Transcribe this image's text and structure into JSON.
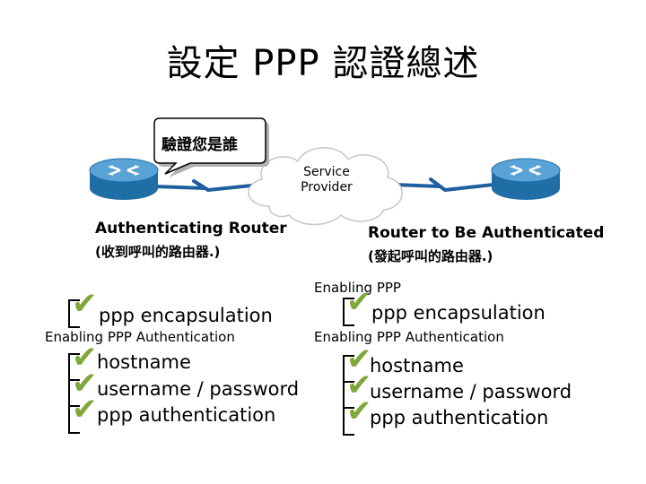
{
  "title": "設定 PPP 認證總述",
  "callout": "驗證您是誰",
  "cloud": {
    "line1": "Service",
    "line2": "Provider"
  },
  "left_router": {
    "name": "Authenticating Router",
    "note": "(收到呼叫的路由器.)"
  },
  "right_router": {
    "name": "Router to Be Authenticated",
    "note": "(發起呼叫的路由器.)"
  },
  "enabling_ppp": "Enabling PPP",
  "enabling_ppp_auth": "Enabling PPP Authentication",
  "left_config": {
    "encap": "ppp encapsulation",
    "auth_header": "Enabling PPP Authentication",
    "hostname": "hostname",
    "username": "username / password",
    "auth": "ppp authentication"
  },
  "right_config": {
    "encap": "ppp encapsulation",
    "auth_header": "Enabling PPP Authentication",
    "hostname": "hostname",
    "username": "username / password",
    "auth": "ppp authentication"
  },
  "colors": {
    "router": "#1f6ea6",
    "router_top": "#5aa3d6",
    "link": "#1f5f9e",
    "checkmark": "#7fa73a"
  }
}
